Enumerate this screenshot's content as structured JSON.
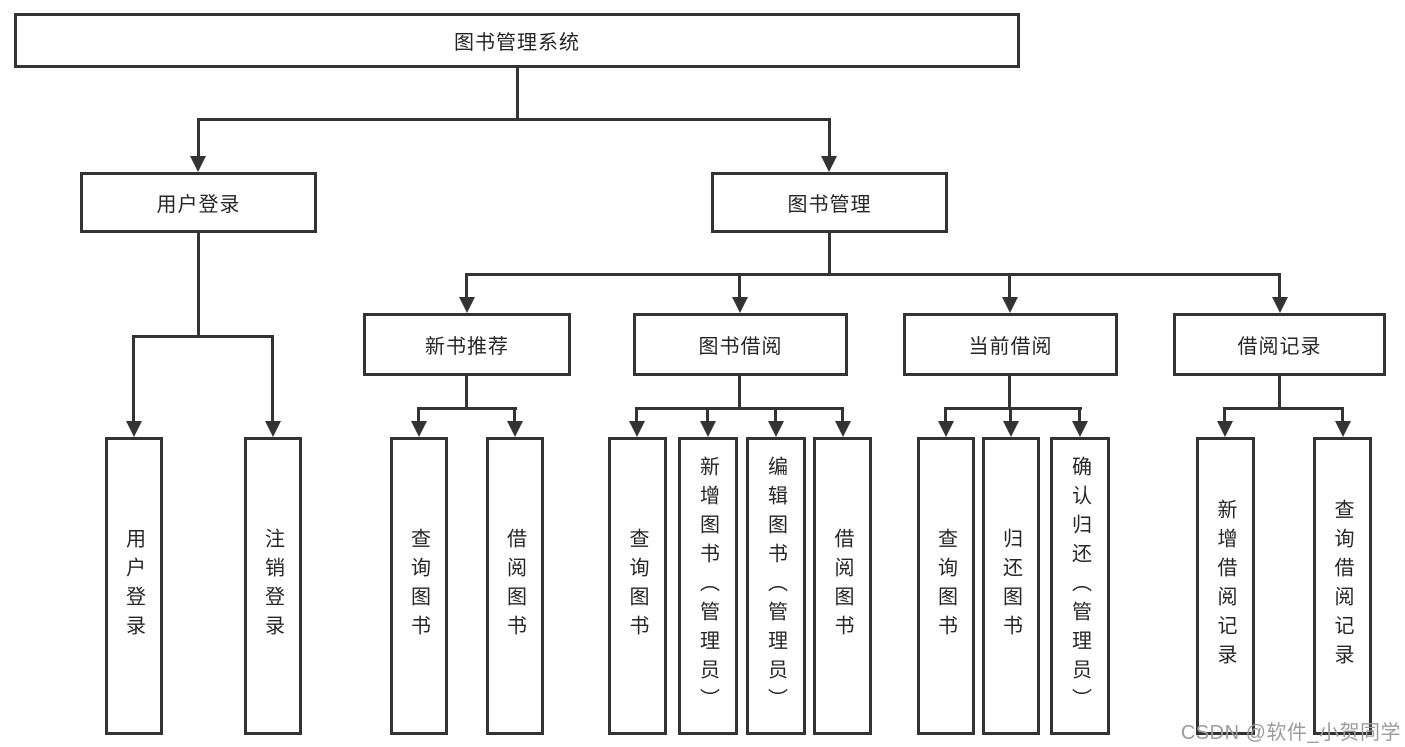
{
  "tree": {
    "label": "图书管理系统",
    "children": [
      {
        "label": "用户登录",
        "children": [
          {
            "label": "用户登录"
          },
          {
            "label": "注销登录"
          }
        ]
      },
      {
        "label": "图书管理",
        "children": [
          {
            "label": "新书推荐",
            "children": [
              {
                "label": "查询图书"
              },
              {
                "label": "借阅图书"
              }
            ]
          },
          {
            "label": "图书借阅",
            "children": [
              {
                "label": "查询图书"
              },
              {
                "label": "新增图书（管理员）"
              },
              {
                "label": "编辑图书（管理员）"
              },
              {
                "label": "借阅图书"
              }
            ]
          },
          {
            "label": "当前借阅",
            "children": [
              {
                "label": "查询图书"
              },
              {
                "label": "归还图书"
              },
              {
                "label": "确认归还（管理员）"
              }
            ]
          },
          {
            "label": "借阅记录",
            "children": [
              {
                "label": "新增借阅记录"
              },
              {
                "label": "查询借阅记录"
              }
            ]
          }
        ]
      }
    ]
  },
  "watermark": "CSDN @软件_小贺同学",
  "colors": {
    "line": "#333333",
    "text": "#262626",
    "watermark": "#9c9c9c",
    "background": "#ffffff"
  }
}
